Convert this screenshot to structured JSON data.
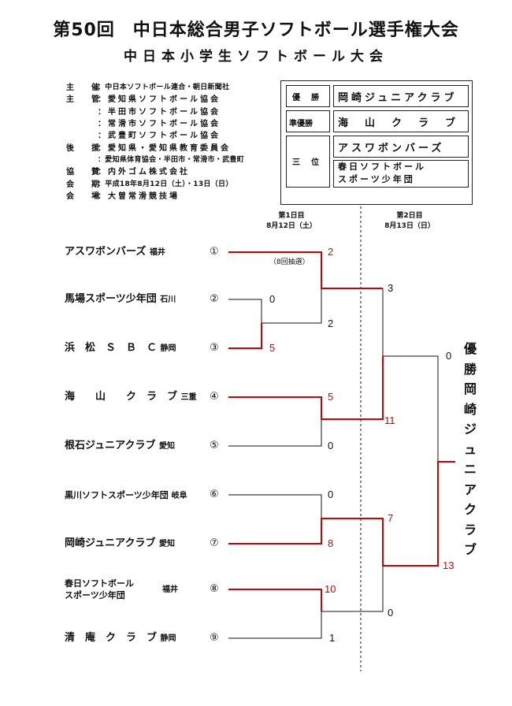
{
  "title": "第50回　中日本総合男子ソフトボール選手権大会",
  "subtitle": "中日本小学生ソフトボール大会",
  "info": [
    {
      "key": "主　催",
      "value": "：中日本ソフトボール連合・朝日新聞社",
      "small": true
    },
    {
      "key": "主　管",
      "value": "：愛知県ソフトボール協会"
    },
    {
      "key": "",
      "value": "：半田市ソフトボール協会"
    },
    {
      "key": "",
      "value": "：常滑市ソフトボール協会"
    },
    {
      "key": "",
      "value": "：武豊町ソフトボール協会"
    },
    {
      "key": "後　援",
      "value": "：愛知県・愛知県教育委員会"
    },
    {
      "key": "",
      "value": "：愛知県体育協会・半田市・常滑市・武豊町",
      "small": true
    },
    {
      "key": "協　賛",
      "value": "：内外ゴム株式会社"
    },
    {
      "key": "会　期",
      "value": "：平成18年8月12日（土）・13日（日）",
      "small": true
    },
    {
      "key": "会　場",
      "value": "：大曽常滑競技場"
    }
  ],
  "results": {
    "winner_label": "優　勝",
    "winner": "岡崎ジュニアクラブ",
    "runnerup_label": "準優勝",
    "runnerup": "海　山　ク　ラ　ブ",
    "third_label": "三　位",
    "third1": "アスワボンバーズ",
    "third2_line1": "春日ソフトボール",
    "third2_line2": "スポーツ少年団"
  },
  "day1": {
    "label": "第1日目",
    "date": "8月12日（土）"
  },
  "day2": {
    "label": "第2日目",
    "date": "8月13日（日）"
  },
  "note": "（8回抽選）",
  "teams": [
    {
      "name": "アスワボンバーズ",
      "pref": "福井",
      "seed": "①"
    },
    {
      "name": "馬場スポーツ少年団",
      "pref": "石川",
      "seed": "②"
    },
    {
      "name": "浜　松　Ｓ　Ｂ　Ｃ",
      "pref": "静岡",
      "seed": "③"
    },
    {
      "name": "海　　山　　ク　ラ　ブ",
      "pref": "三重",
      "seed": "④"
    },
    {
      "name": "根石ジュニアクラブ",
      "pref": "愛知",
      "seed": "⑤"
    },
    {
      "name": "黒川ソフトスポーツ少年団",
      "pref": "岐阜",
      "seed": "⑥"
    },
    {
      "name": "岡崎ジュニアクラブ",
      "pref": "愛知",
      "seed": "⑦"
    },
    {
      "name": "春日ソフトボール",
      "name2": "スポーツ少年団",
      "pref": "福井",
      "seed": "⑧"
    },
    {
      "name": "清　庵　ク　ラ　ブ",
      "pref": "静岡",
      "seed": "⑨"
    }
  ],
  "scores": {
    "r0_t2": "0",
    "r0_t3": "5",
    "r1_t1": "2",
    "r1_w23": "2",
    "r1_t4": "5",
    "r1_t5": "0",
    "r1_t6": "0",
    "r1_t7": "8",
    "r1_t8": "10",
    "r1_t9": "1",
    "r2_a": "3",
    "r2_b": "11",
    "r2_c": "7",
    "r2_d": "0",
    "f_top": "0",
    "f_bottom": "13"
  },
  "champion_vertical": [
    "優",
    "勝",
    "岡",
    "崎",
    "ジ",
    "ュ",
    "ニ",
    "ア",
    "ク",
    "ラ",
    "ブ"
  ],
  "colors": {
    "winner_line": "#d40000",
    "line": "#111111"
  }
}
